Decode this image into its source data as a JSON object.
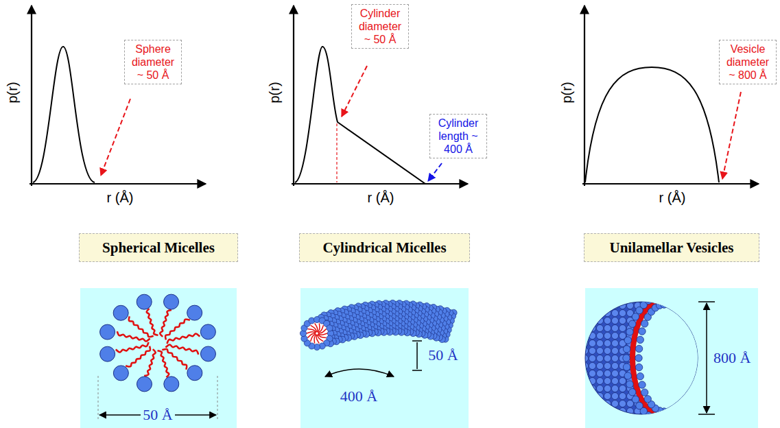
{
  "diagram": {
    "nodes": [
      {
        "text": [
          "Sphere diameter ~ 50 Å"
        ]
      },
      {
        "text": [
          "Cylinder diameter ~ 50 Å"
        ]
      },
      {
        "text": [
          "Cylinder length ~ 400 Å"
        ]
      },
      {
        "text": [
          "Vesicle diameter ~ 800 Å"
        ]
      },
      {
        "text": [
          "Spherical Micelles"
        ]
      },
      {
        "text": [
          "Cylindrical Micelles"
        ]
      },
      {
        "text": [
          "Unilamellar Vesicles"
        ]
      },
      {
        "text": [
          "50 Å"
        ]
      },
      {
        "text": [
          "50 Å",
          "400 Å"
        ]
      },
      {
        "text": [
          "800 Å"
        ]
      }
    ],
    "labels": [
      "p(r)",
      "r (Å)",
      "p(r)",
      "r (Å)",
      "p(r)",
      "r (Å)"
    ]
  }
}
